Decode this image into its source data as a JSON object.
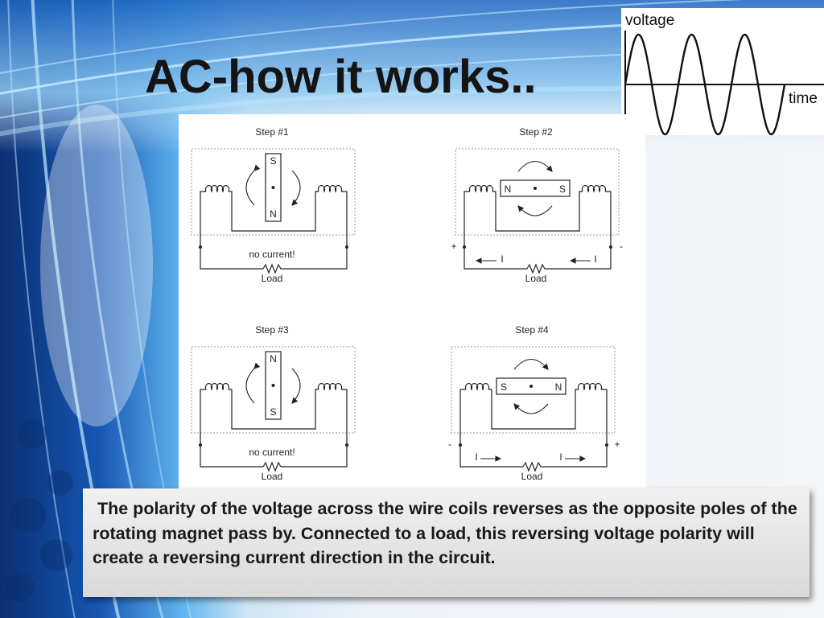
{
  "slide": {
    "title": "AC-how it works..",
    "caption": " The polarity of the voltage across the wire coils reverses as the opposite poles of the rotating magnet pass by. Connected to a load, this reversing voltage polarity will create a reversing current direction in the circuit."
  },
  "waveform": {
    "y_label": "voltage",
    "x_label": "time"
  },
  "steps": [
    {
      "label": "Step #1",
      "top_pole": "S",
      "bottom_pole": "N",
      "orientation": "vertical",
      "status": "no current!",
      "load": "Load"
    },
    {
      "label": "Step #2",
      "left_pole": "N",
      "right_pole": "S",
      "orientation": "horizontal",
      "left_sign": "+",
      "right_sign": "-",
      "current_symbol": "I",
      "current_direction": "left",
      "load": "Load"
    },
    {
      "label": "Step #3",
      "top_pole": "N",
      "bottom_pole": "S",
      "orientation": "vertical",
      "status": "no current!",
      "load": "Load"
    },
    {
      "label": "Step #4",
      "left_pole": "S",
      "right_pole": "N",
      "orientation": "horizontal",
      "left_sign": "-",
      "right_sign": "+",
      "current_symbol": "I",
      "current_direction": "right",
      "load": "Load"
    }
  ],
  "colors": {
    "background_blue": "#0d3f8a",
    "light_blue": "#7ec8f5",
    "title": "#141414",
    "caption_box": "#e6e6e6"
  }
}
